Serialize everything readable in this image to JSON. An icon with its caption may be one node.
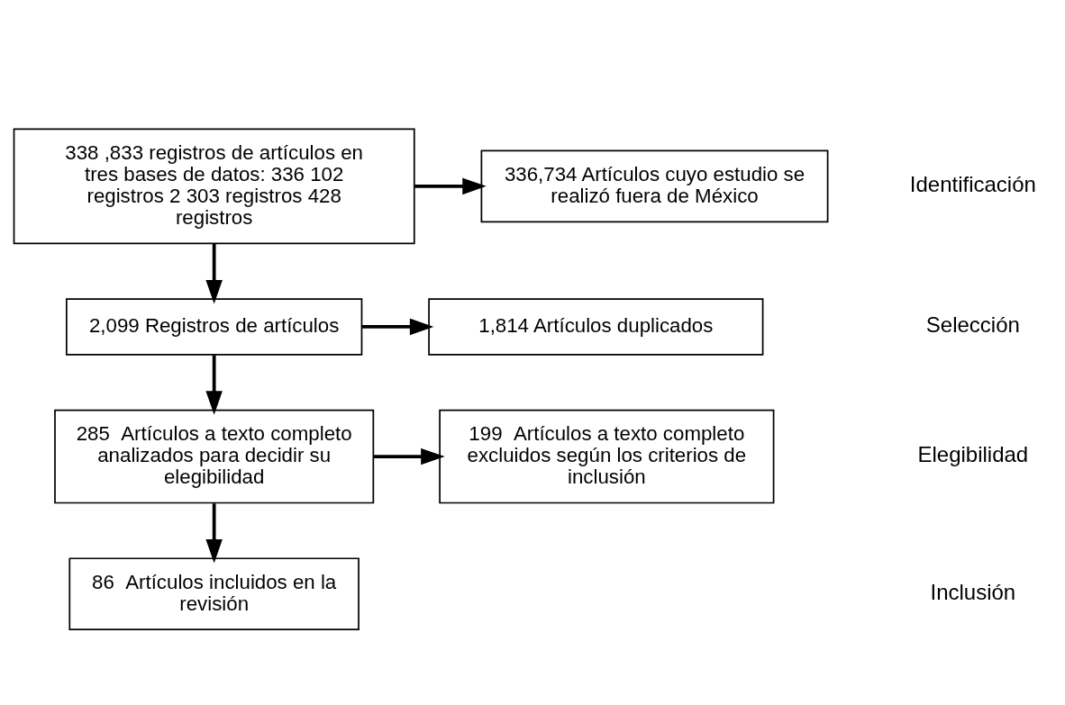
{
  "diagram": {
    "nodes": [
      {
        "text": [
          "338 ,833 registros de artículos en tres bases de datos: 336 102 registros 2 303 registros 428 registros"
        ]
      },
      {
        "text": [
          "336,734 Artículos cuyo estudio se realizó fuera de México"
        ]
      },
      {
        "text": [
          "2,099 Registros de artículos"
        ]
      },
      {
        "text": [
          "1,814 Artículos duplicados"
        ]
      },
      {
        "text": [
          "285  Artículos a texto completo analizados para decidir su  elegibilidad"
        ]
      },
      {
        "text": [
          "199  Artículos a texto completo excluidos según los criterios de inclusión"
        ]
      },
      {
        "text": [
          "86  Artículos incluidos en la revisión"
        ]
      }
    ],
    "edges": [
      {
        "from": 0,
        "to": 2,
        "arrow": "to"
      },
      {
        "from": 0,
        "to": 1,
        "arrow": "to"
      },
      {
        "from": 2,
        "to": 4,
        "arrow": "to"
      },
      {
        "from": 2,
        "to": 3,
        "arrow": "to"
      },
      {
        "from": 4,
        "to": 6,
        "arrow": "to"
      },
      {
        "from": 4,
        "to": 5,
        "arrow": "to"
      }
    ],
    "labels": [
      "Identificación",
      "Selección",
      "Elegibilidad",
      "Inclusión"
    ]
  }
}
